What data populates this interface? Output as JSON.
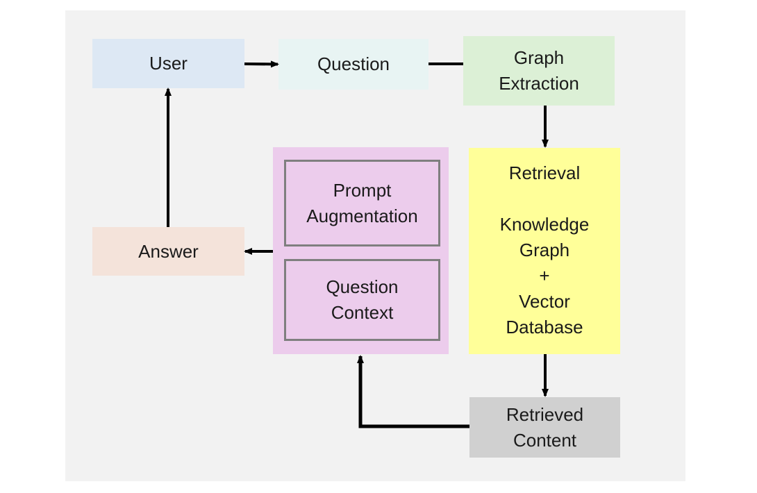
{
  "nodes": {
    "user": "User",
    "question": "Question",
    "graph_extraction": "Graph\nExtraction",
    "answer": "Answer",
    "prompt_augmentation": "Prompt\nAugmentation",
    "question_context": "Question\nContext",
    "retrieval": "Retrieval\n\nKnowledge\nGraph\n+\nVector\nDatabase",
    "retrieved_content": "Retrieved\nContent"
  },
  "colors": {
    "user": "#dde8f4",
    "question": "#e8f4f3",
    "graph_extraction": "#dcf0d6",
    "answer": "#f4e3da",
    "augmentation_group": "#ecccec",
    "retrieval": "#ffff99",
    "retrieved_content": "#d0d0d0",
    "arrow": "#000000",
    "inner_border": "#7f7f7f",
    "background": "#f2f2f2"
  }
}
